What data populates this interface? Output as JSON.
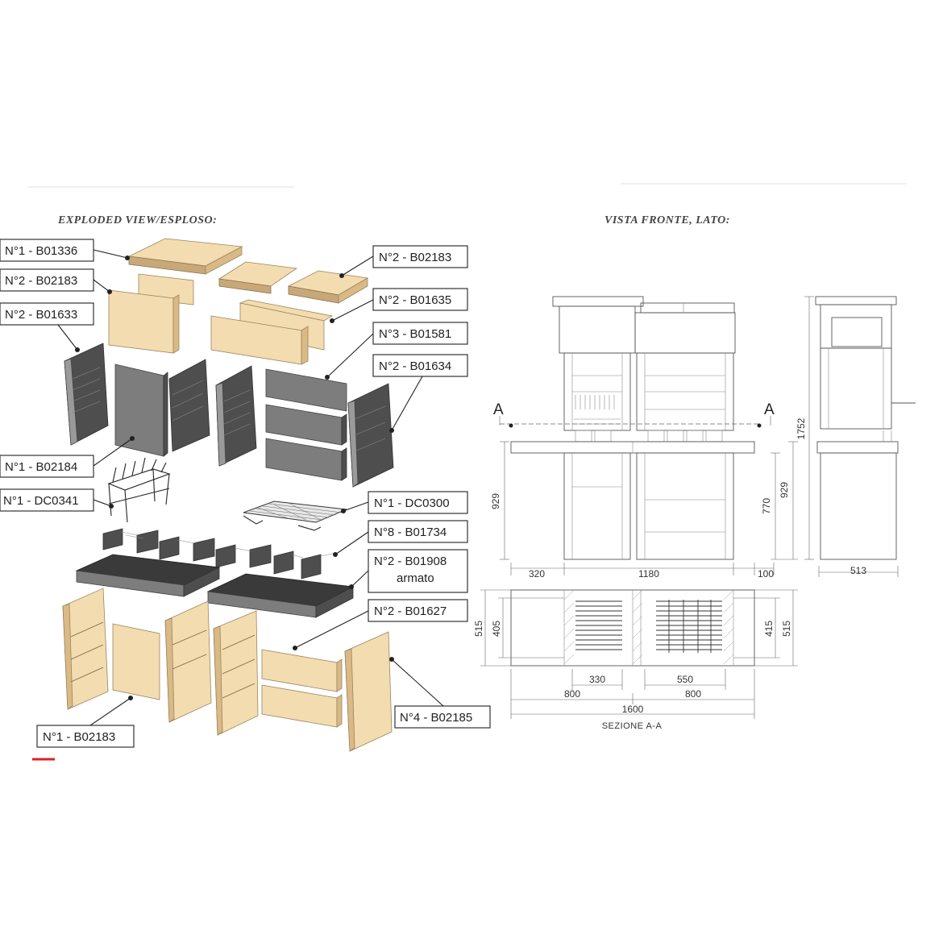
{
  "titles": {
    "exploded": "EXPLODED VIEW/ESPLOSO:",
    "front": "VISTA FRONTE, LATO:"
  },
  "callouts": {
    "c1": "N°1 - B01336",
    "c2": "N°2 - B02183",
    "c3": "N°2 - B01633",
    "c4": "N°1 - B02184",
    "c5": "N°1 - DC0341",
    "c6": "N°1 - B02183",
    "c7": "N°2 - B02183",
    "c8": "N°2 - B01635",
    "c9": "N°3 - B01581",
    "c10": "N°2 - B01634",
    "c11": "N°1 - DC0300",
    "c12": "N°8 - B01734",
    "c13a": "N°2 - B01908",
    "c13b": "armato",
    "c14": "N°2 - B01627",
    "c15": "N°4 - B02185"
  },
  "section": {
    "marker_left": "A",
    "marker_right": "A",
    "caption": "SEZIONE  A-A"
  },
  "dimensions": {
    "h929_left": "929",
    "h770": "770",
    "h929_right": "929",
    "h1752": "1752",
    "w320": "320",
    "w1180": "1180",
    "w100": "100",
    "w513": "513",
    "d515_left": "515",
    "d405": "405",
    "d415": "415",
    "d515_right": "515",
    "w330": "330",
    "w550": "550",
    "w800_left": "800",
    "w800_right": "800",
    "w1600": "1600"
  }
}
